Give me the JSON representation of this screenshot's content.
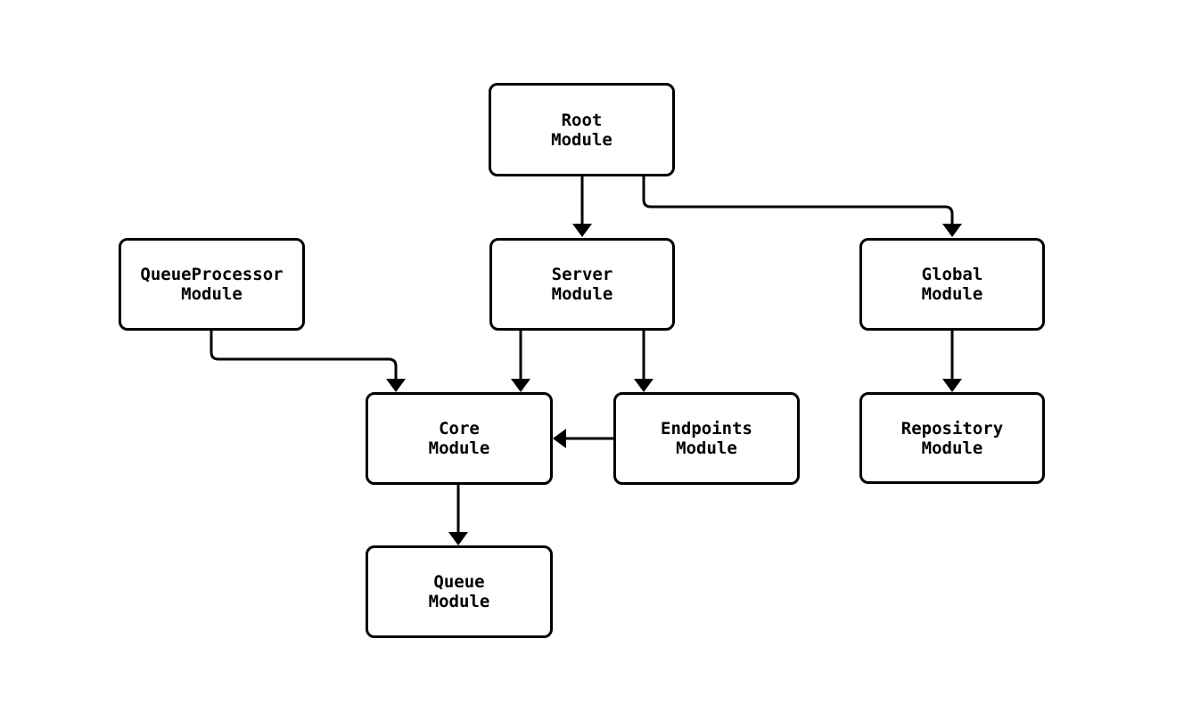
{
  "diagram": {
    "type": "module-dependency-flowchart",
    "background_color": "#ffffff",
    "node_fill_color": "#ffffff",
    "node_border_color": "#000000",
    "edge_color": "#000000",
    "nodes": {
      "root": {
        "label": "Root\nModule"
      },
      "queueprocessor": {
        "label": "QueueProcessor\nModule"
      },
      "server": {
        "label": "Server\nModule"
      },
      "global": {
        "label": "Global\nModule"
      },
      "core": {
        "label": "Core\nModule"
      },
      "endpoints": {
        "label": "Endpoints\nModule"
      },
      "repository": {
        "label": "Repository\nModule"
      },
      "queue": {
        "label": "Queue\nModule"
      }
    },
    "edges": [
      {
        "from": "Root Module",
        "to": "Server Module"
      },
      {
        "from": "Root Module",
        "to": "Global Module"
      },
      {
        "from": "QueueProcessor Module",
        "to": "Core Module"
      },
      {
        "from": "Server Module",
        "to": "Core Module"
      },
      {
        "from": "Server Module",
        "to": "Endpoints Module"
      },
      {
        "from": "Endpoints Module",
        "to": "Core Module"
      },
      {
        "from": "Global Module",
        "to": "Repository Module"
      },
      {
        "from": "Core Module",
        "to": "Queue Module"
      }
    ]
  }
}
